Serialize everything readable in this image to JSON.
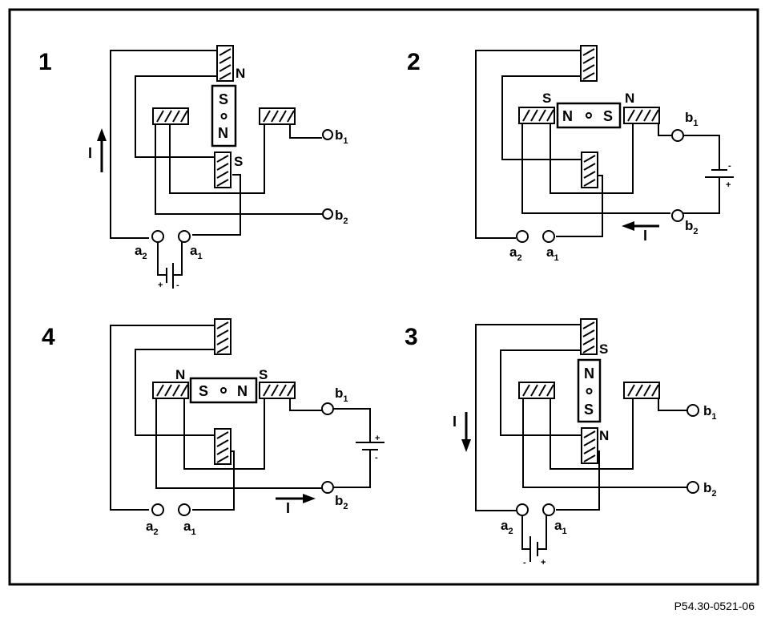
{
  "figure_code": "P54.30-0521-06",
  "panels": [
    {
      "number": "1",
      "top_coil_label": "N",
      "bottom_coil_label": "S",
      "magnet_poles": [
        "S",
        "N"
      ],
      "terminals": {
        "a2": [
          "a",
          "2"
        ],
        "a1": [
          "a",
          "1"
        ],
        "b1": [
          "b",
          "1"
        ],
        "b2": [
          "b",
          "2"
        ]
      },
      "battery_signs": [
        "+",
        "-"
      ],
      "current_label": "I"
    },
    {
      "number": "2",
      "left_coil_label": "S",
      "right_coil_label": "N",
      "magnet_poles": [
        "N",
        "S"
      ],
      "terminals": {
        "a2": [
          "a",
          "2"
        ],
        "a1": [
          "a",
          "1"
        ],
        "b1": [
          "b",
          "1"
        ],
        "b2": [
          "b",
          "2"
        ]
      },
      "battery_signs": [
        "-",
        "+"
      ],
      "current_label": "I"
    },
    {
      "number": "4",
      "left_coil_label": "N",
      "right_coil_label": "S",
      "magnet_poles": [
        "S",
        "N"
      ],
      "terminals": {
        "a2": [
          "a",
          "2"
        ],
        "a1": [
          "a",
          "1"
        ],
        "b1": [
          "b",
          "1"
        ],
        "b2": [
          "b",
          "2"
        ]
      },
      "battery_signs": [
        "+",
        "-"
      ],
      "current_label": "I"
    },
    {
      "number": "3",
      "top_coil_label": "S",
      "bottom_coil_label": "N",
      "magnet_poles": [
        "N",
        "S"
      ],
      "terminals": {
        "a2": [
          "a",
          "2"
        ],
        "a1": [
          "a",
          "1"
        ],
        "b1": [
          "b",
          "1"
        ],
        "b2": [
          "b",
          "2"
        ]
      },
      "battery_signs": [
        "-",
        "+"
      ],
      "current_label": "I"
    }
  ]
}
